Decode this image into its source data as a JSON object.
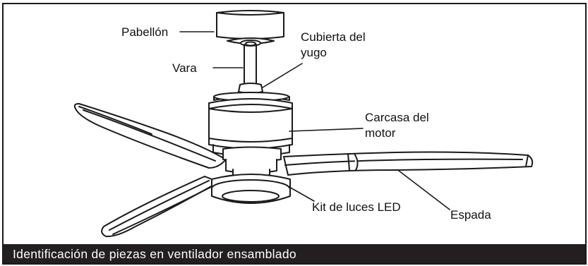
{
  "labels": {
    "canopy": "Pabellón",
    "yoke_cover_line1": "Cubierta del",
    "yoke_cover_line2": "yugo",
    "downrod": "Vara",
    "motor_housing_line1": "Carcasa del",
    "motor_housing_line2": "motor",
    "led_kit": "Kit de luces LED",
    "blade": "Espada"
  },
  "caption": "Identificación de piezas en ventilador ensamblado"
}
